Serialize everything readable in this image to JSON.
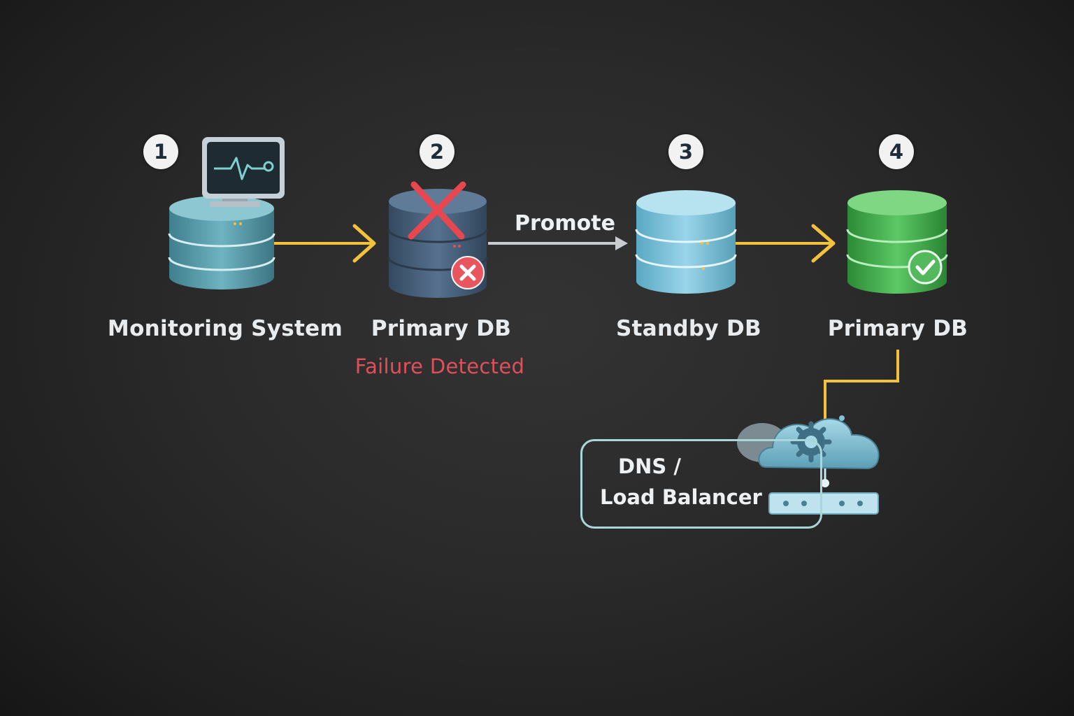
{
  "steps": [
    {
      "number": "1",
      "label": "Monitoring System"
    },
    {
      "number": "2",
      "label": "Primary DB",
      "status": "Failure Detected"
    },
    {
      "number": "3",
      "label": "Standby DB"
    },
    {
      "number": "4",
      "label": "Primary DB"
    }
  ],
  "edges": {
    "promote_label": "Promote"
  },
  "dns": {
    "line1": "DNS /",
    "line2": "Load Balancer"
  },
  "colors": {
    "background": "#2a2a2a",
    "arrow_yellow": "#f3c23c",
    "arrow_gray": "#c9cdd1",
    "failure_red": "#e0505a",
    "monitor_db": "#5a9fae",
    "failed_db": "#4a6480",
    "standby_db": "#74bfd9",
    "new_primary_db": "#41a94b",
    "dns_outline": "#a9d6d8"
  },
  "icons": [
    "monitor-heartbeat-icon",
    "red-x-icon",
    "error-badge-icon",
    "check-badge-icon",
    "cloud-gear-icon",
    "server-rack-icon"
  ]
}
